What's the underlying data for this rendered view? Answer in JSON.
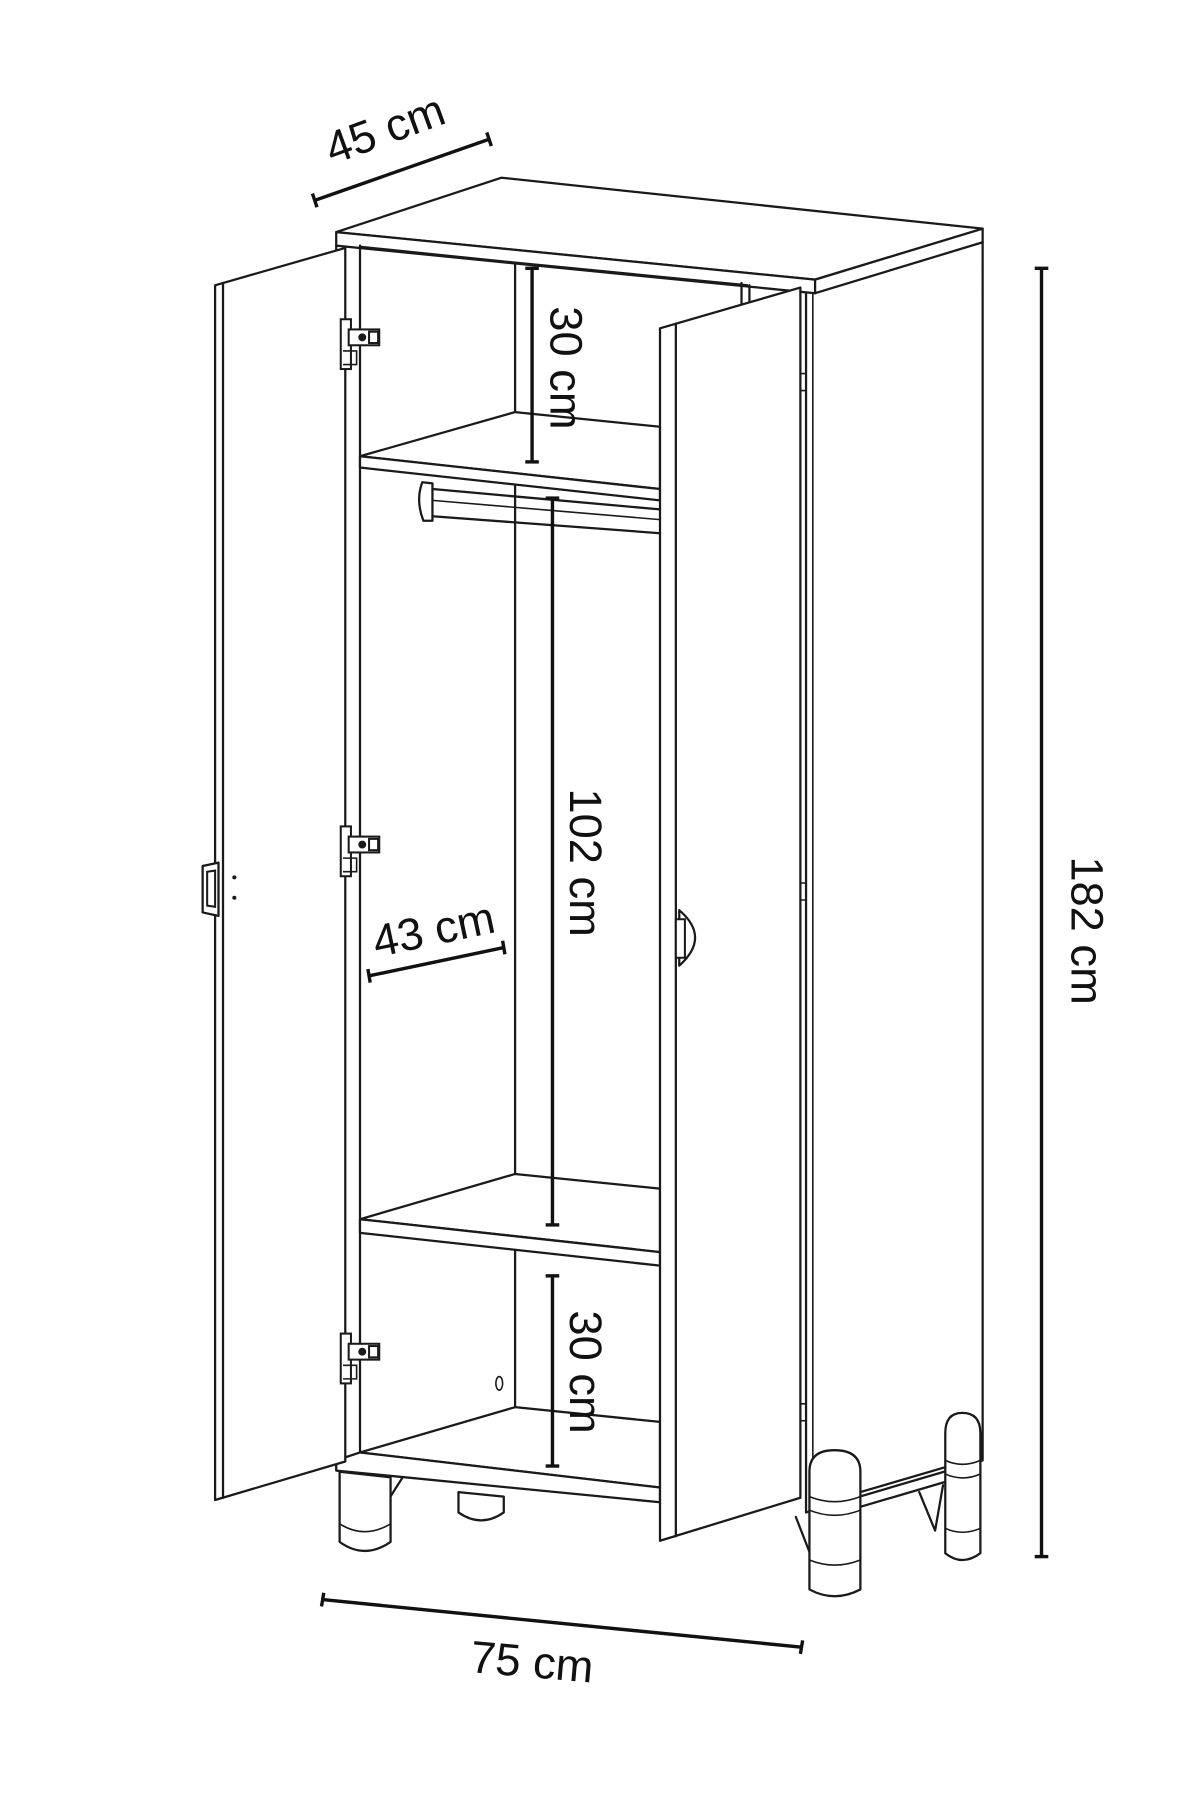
{
  "dimensions": {
    "depth": "45 cm",
    "top_compartment_height": "30 cm",
    "hanging_height": "102 cm",
    "inner_depth": "43 cm",
    "bottom_compartment_height": "30 cm",
    "total_height": "182 cm",
    "width": "75 cm"
  },
  "colors": {
    "line": "#1a1a1a",
    "background": "#ffffff"
  }
}
